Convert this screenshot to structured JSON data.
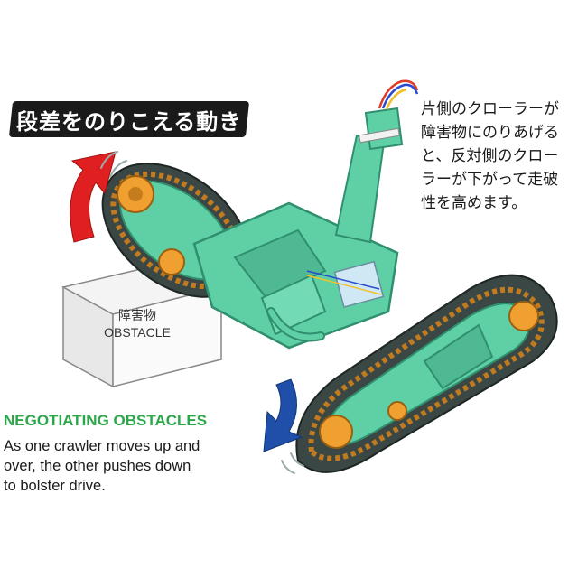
{
  "banner": {
    "title": "段差をのりこえる動き"
  },
  "jp_description": {
    "lines": [
      "片側のクローラーが",
      "障害物にのりあげる",
      "と、反対側のクロー",
      "ラーが下がって走破",
      "性を高めます。"
    ]
  },
  "obstacle": {
    "label_jp": "障害物",
    "label_en": "OBSTACLE"
  },
  "en_section": {
    "title": "NEGOTIATING OBSTACLES",
    "lines": [
      "As one crawler moves up and",
      "over, the other pushes down",
      "to bolster drive."
    ]
  },
  "colors": {
    "body_green": "#5fcfa6",
    "body_dark": "#2f8f6e",
    "track": "#2e3a36",
    "wheel": "#f0a030",
    "arrow_up": "#e02020",
    "arrow_down": "#1f4fa8",
    "title_green": "#2aa748"
  },
  "icons": [
    "red-up-arrow-icon",
    "blue-down-arrow-icon",
    "motion-lines-icon"
  ]
}
